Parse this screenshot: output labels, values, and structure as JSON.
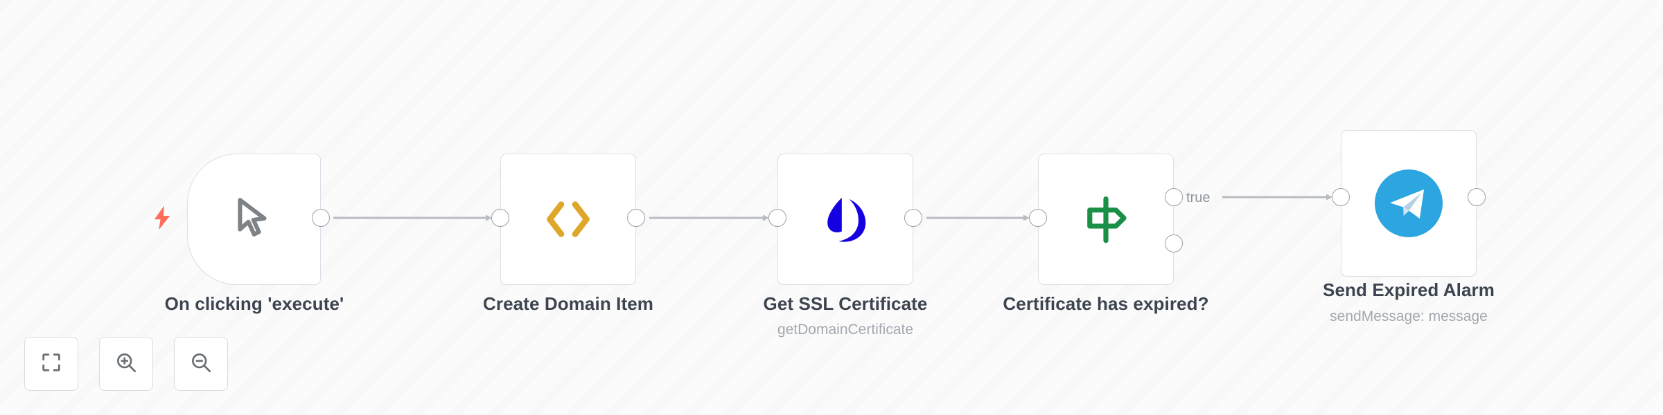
{
  "app": {
    "name": "n8n-workflow-canvas",
    "background_color": "#fbfbfb"
  },
  "workflow": {
    "nodes": [
      {
        "id": "manual-trigger",
        "label": "On clicking 'execute'",
        "sublabel": "",
        "icon": "cursor-pointer-icon",
        "icon_color": "#7d8287",
        "type": "trigger",
        "has_bolt": true,
        "bolt_color": "#ff6d5a"
      },
      {
        "id": "code",
        "label": "Create Domain Item",
        "sublabel": "",
        "icon": "code-brackets-icon",
        "icon_color": "#dfa72a",
        "type": "regular",
        "has_bolt": false
      },
      {
        "id": "ssl-certificate",
        "label": "Get SSL Certificate",
        "sublabel": "getDomainCertificate",
        "icon": "ssl-certificate-logo-icon",
        "icon_color": "#1400e0",
        "type": "regular",
        "has_bolt": false
      },
      {
        "id": "if",
        "label": "Certificate has expired?",
        "sublabel": "",
        "icon": "signpost-icon",
        "icon_color": "#1a8f46",
        "type": "if",
        "has_bolt": false
      },
      {
        "id": "telegram",
        "label": "Send Expired Alarm",
        "sublabel": "sendMessage: message",
        "icon": "telegram-logo-icon",
        "icon_color": "#2ca5e0",
        "type": "regular",
        "has_bolt": false
      }
    ],
    "output_labels": {
      "if_true": "true",
      "if_false": ""
    },
    "connection_color": "#b8bcc2"
  },
  "zoom_controls": {
    "buttons": [
      {
        "id": "zoom-to-fit",
        "icon": "fit-to-screen-icon",
        "title": "Zoom to fit"
      },
      {
        "id": "zoom-in",
        "icon": "magnifier-plus-icon",
        "title": "Zoom in"
      },
      {
        "id": "zoom-out",
        "icon": "magnifier-minus-icon",
        "title": "Zoom out"
      }
    ]
  }
}
